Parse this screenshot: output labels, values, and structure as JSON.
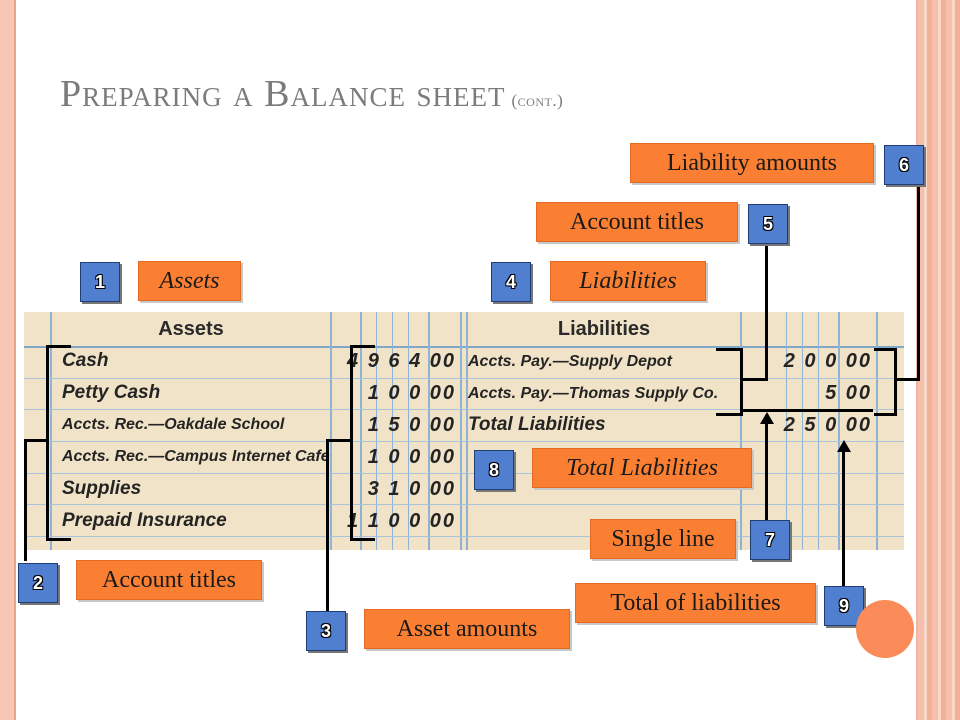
{
  "title": {
    "main": "Preparing a Balance sheet",
    "cont": "(cont.)"
  },
  "ledger": {
    "assets_header": "Assets",
    "liabilities_header": "Liabilities",
    "asset_rows": [
      {
        "label": "Cash",
        "amount": "4 9 6 4 00"
      },
      {
        "label": "Petty Cash",
        "amount": "1 0 0 00"
      },
      {
        "label": "Accts. Rec.—Oakdale School",
        "amount": "1 5 0 00"
      },
      {
        "label": "Accts. Rec.—Campus Internet Cafe",
        "amount": "1 0 0 00"
      },
      {
        "label": "Supplies",
        "amount": "3 1 0 00"
      },
      {
        "label": "Prepaid Insurance",
        "amount": "1 1 0 0 00"
      }
    ],
    "liability_rows": [
      {
        "label": "Accts. Pay.—Supply Depot",
        "amount": "2 0 0 00"
      },
      {
        "label": "Accts. Pay.—Thomas Supply Co.",
        "amount": "5 00"
      },
      {
        "label": "Total Liabilities",
        "amount": "2 5 0 00"
      }
    ]
  },
  "callouts": {
    "c1": {
      "badge": "1",
      "label": "Assets"
    },
    "c2": {
      "badge": "2",
      "label": "Account titles"
    },
    "c3": {
      "badge": "3",
      "label": "Asset amounts"
    },
    "c4": {
      "badge": "4",
      "label": "Liabilities"
    },
    "c5": {
      "badge": "5",
      "label": "Account titles"
    },
    "c6": {
      "badge": "6",
      "label": "Liability amounts"
    },
    "c7": {
      "badge": "7",
      "label": "Single line"
    },
    "c8": {
      "badge": "8",
      "label": "Total Liabilities"
    },
    "c9": {
      "badge": "9",
      "label": "Total of liabilities"
    }
  },
  "colors": {
    "callout": "#fa7f32",
    "badge": "#4f7fce",
    "ledger": "#f1e3c7",
    "title": "#7b7b7b"
  }
}
